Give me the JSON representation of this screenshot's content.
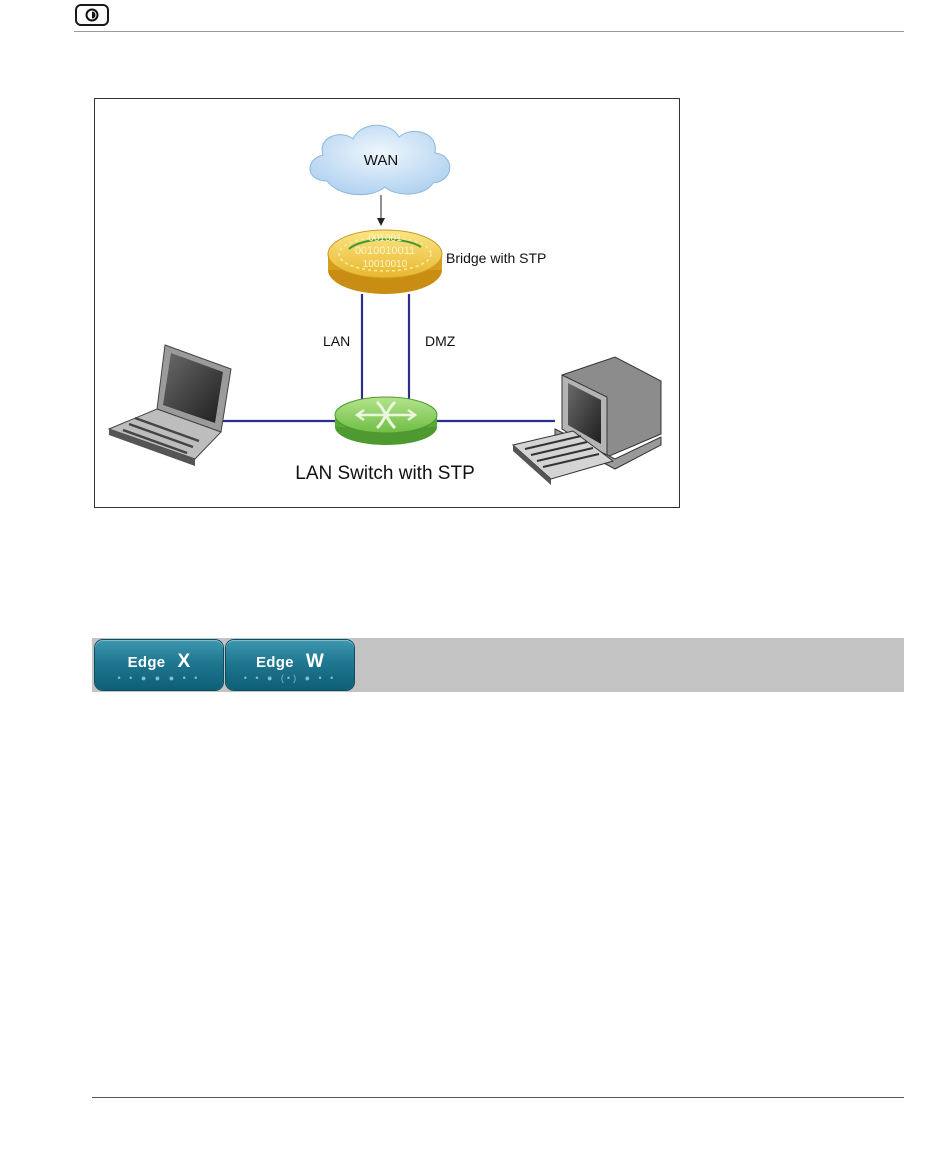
{
  "diagram": {
    "wan_label": "WAN",
    "bridge_label": "Bridge with STP",
    "bridge_binary": [
      "001001",
      "0010010011",
      "10010010"
    ],
    "link_lan_label": "LAN",
    "link_dmz_label": "DMZ",
    "switch_label": "LAN Switch with STP",
    "colors": {
      "link": "#2b2f8a",
      "cloud": "#cfe4f7",
      "bridge": "#f4cf4a",
      "switch": "#8ccf5e"
    }
  },
  "tabs": [
    {
      "word": "Edge",
      "letter": "X",
      "dots": "• • ● ● ● • •"
    },
    {
      "word": "Edge",
      "letter": "W",
      "dots": "• • ● (•) ● • •"
    }
  ]
}
